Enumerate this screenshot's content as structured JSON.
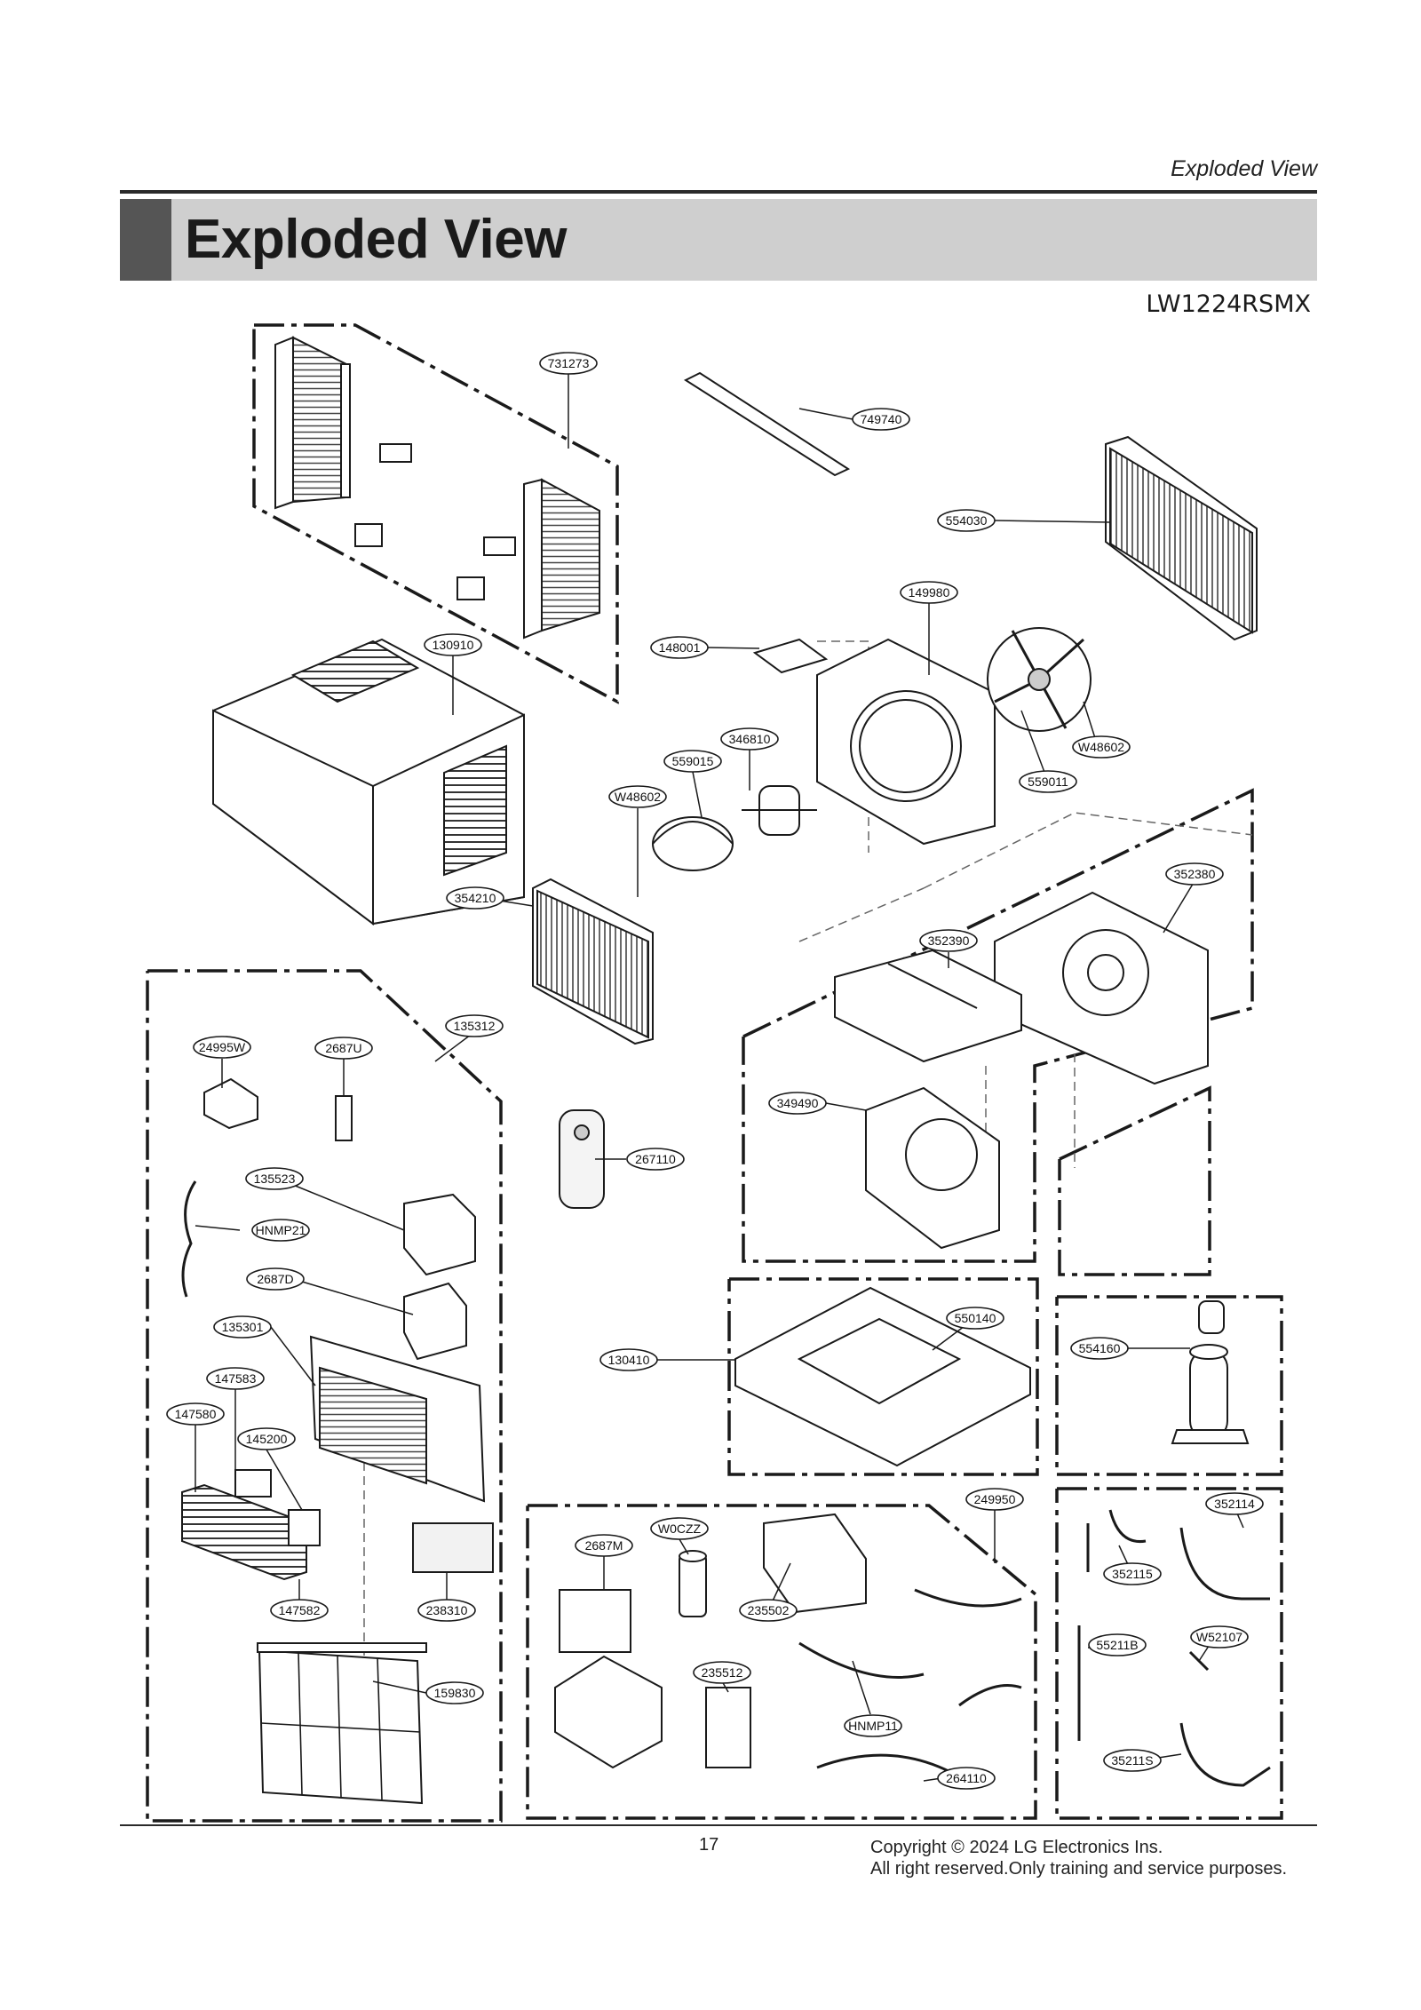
{
  "header": {
    "section": "Exploded View",
    "title": "Exploded View",
    "model": "LW1224RSMX"
  },
  "labels": [
    "731273",
    "749740",
    "554030",
    "149980",
    "130910",
    "148001",
    "346810",
    "559015",
    "W48602",
    "W48602",
    "559011",
    "352380",
    "354210",
    "352390",
    "135312",
    "24995W",
    "2687U",
    "349490",
    "267110",
    "135523",
    "HNMP21",
    "2687D",
    "550140",
    "135301",
    "130410",
    "554160",
    "147583",
    "147580",
    "145200",
    "249950",
    "352114",
    "W0CZZ",
    "2687M",
    "352115",
    "147582",
    "238310",
    "235502",
    "55211B",
    "W52107",
    "235512",
    "159830",
    "HNMP11",
    "35211S",
    "264110"
  ],
  "footer": {
    "page": "17",
    "copyright_line1": "Copyright © 2024 LG Electronics Ins.",
    "copyright_line2": "All right reserved.Only training and service purposes."
  }
}
